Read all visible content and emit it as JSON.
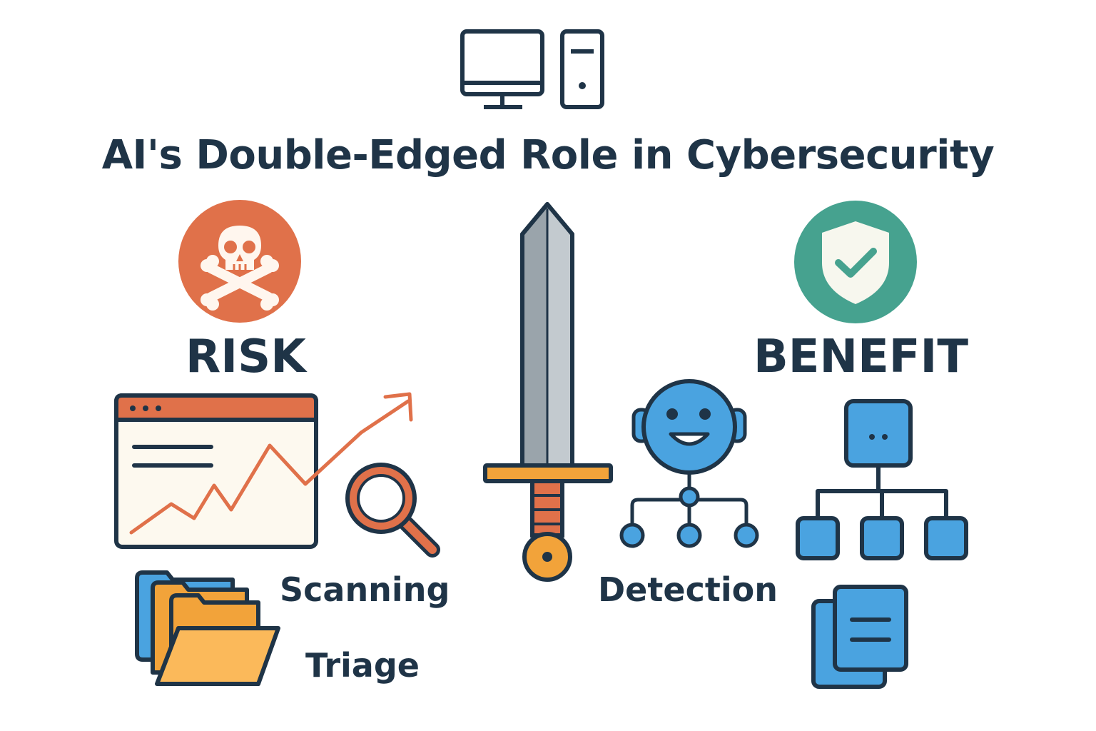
{
  "title": "AI's Double-Edged Role in Cybersecurity",
  "risk": {
    "label": "RISK",
    "icon": "skull-crossbones-icon",
    "color": "#e0714a"
  },
  "benefit": {
    "label": "BENEFIT",
    "icon": "shield-check-icon",
    "color": "#46a28f"
  },
  "items": {
    "scanning": "Scanning",
    "triage": "Triage",
    "detection": "Detection"
  },
  "colors": {
    "text": "#1f3447",
    "orange": "#e0714a",
    "amber": "#f2a33a",
    "blue": "#4aa3e0",
    "teal": "#46a28f",
    "steel": "#9aa4ab"
  }
}
